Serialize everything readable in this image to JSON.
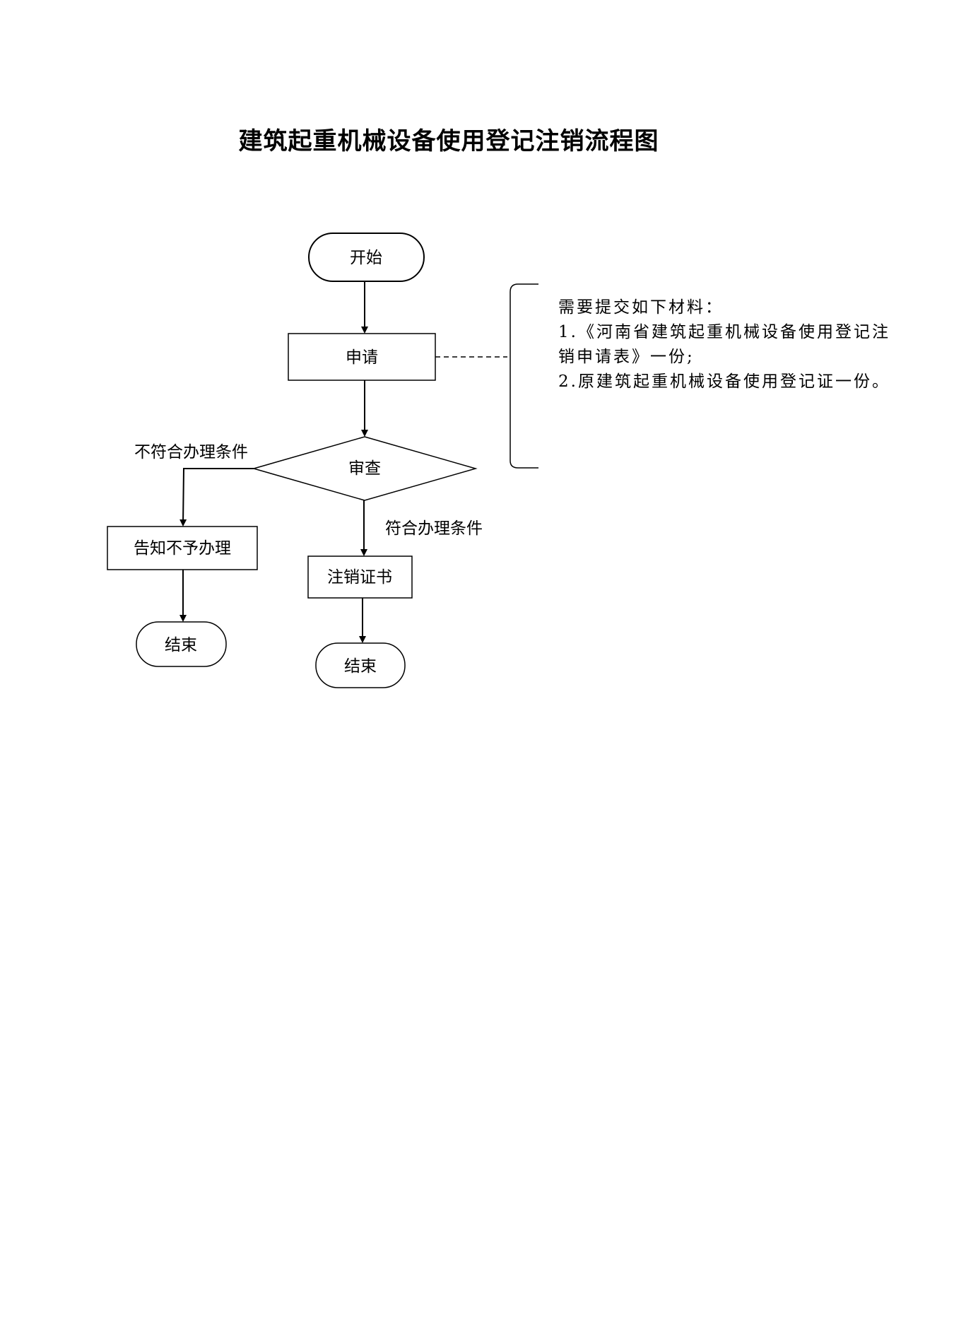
{
  "title": "建筑起重机械设备使用登记注销流程图",
  "nodes": {
    "start": "开始",
    "apply": "申请",
    "review": "审查",
    "reject": "告知不予办理",
    "cancel_cert": "注销证书",
    "end_left": "结束",
    "end_right": "结束"
  },
  "edge_labels": {
    "not_qualified": "不符合办理条件",
    "qualified": "符合办理条件"
  },
  "materials": {
    "heading": "需要提交如下材料：",
    "items": [
      "1.《河南省建筑起重机械设备使用登记注",
      "销申请表》一份;",
      "2.原建筑起重机械设备使用登记证一份。"
    ]
  }
}
